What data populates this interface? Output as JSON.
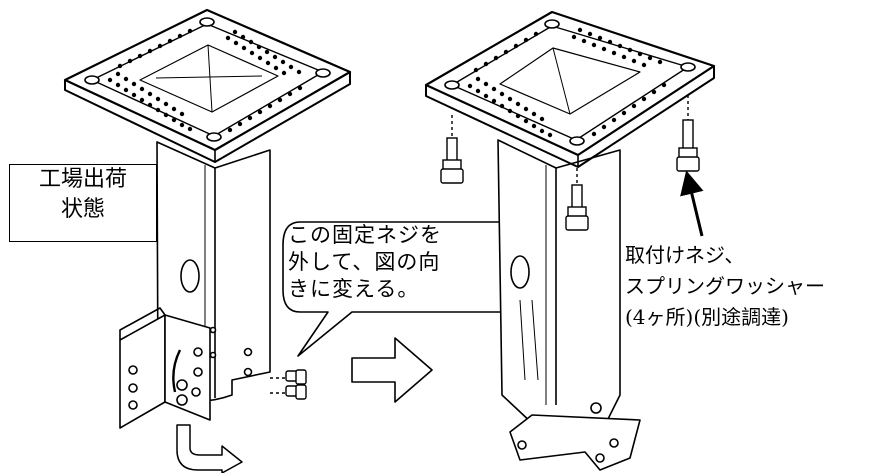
{
  "factory_label": {
    "line1": "工場出荷",
    "line2": "状態"
  },
  "callout": {
    "line1": "この固定ネジを",
    "line2": "外して、図の向",
    "line3": "きに変える。"
  },
  "parts_label": {
    "line1": "取付けネジ、",
    "line2": "スプリングワッシャー",
    "line3": "(4ヶ所)(別途調達)"
  },
  "colors": {
    "line": "#000000",
    "background": "#ffffff"
  },
  "icons": [
    "mounting-pole-left",
    "mounting-pole-right",
    "bracket",
    "screw",
    "arrow-right",
    "curved-arrow",
    "pointer-arrow"
  ]
}
